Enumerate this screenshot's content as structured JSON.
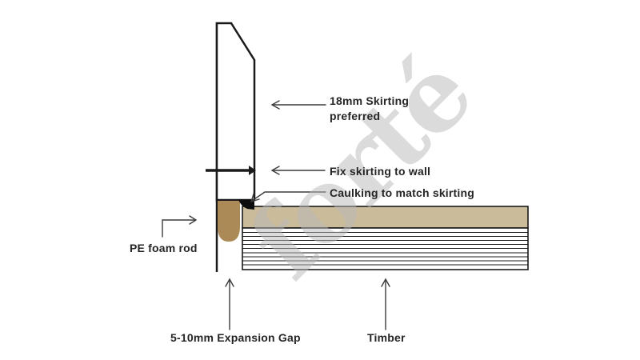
{
  "watermark": "forté",
  "colors": {
    "line": "#1a1a1a",
    "leader": "#3c3c3c",
    "foam_rod": "#ab8a57",
    "timber_top": "#cabb9b",
    "caulking": "#0d0d0d",
    "skirting_fill": "#ffffff",
    "plywood_fill": "#ffffff",
    "label_text": "#252525",
    "watermark_gray": "#b9b9b9"
  },
  "labels": {
    "skirting": "18mm Skirting\npreferred",
    "fix": "Fix skirting to wall",
    "caulking": "Caulking to match skirting",
    "foam_rod": "PE foam rod",
    "expansion_gap": "5-10mm Expansion Gap",
    "timber": "Timber"
  }
}
